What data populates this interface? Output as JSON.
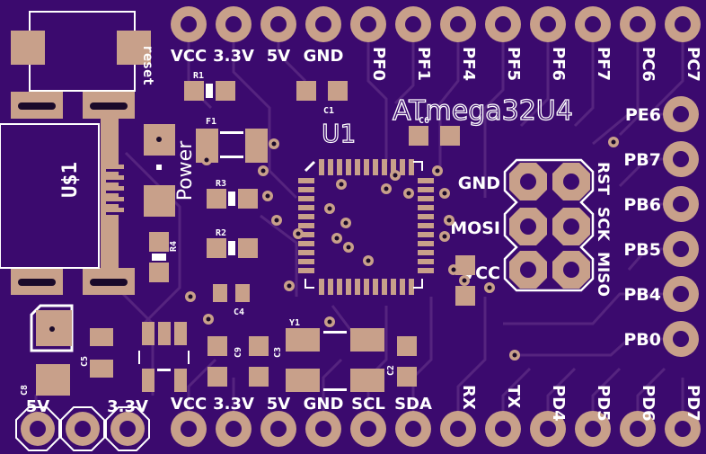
{
  "board": {
    "chip_name": "ATmega32U4",
    "chip_ref": "U1",
    "usb_ref": "U$1",
    "power_label": "Power",
    "reset_label": "reset"
  },
  "top_pins": [
    "VCC",
    "3.3V",
    "5V",
    "GND",
    "PF0",
    "PF1",
    "PF4",
    "PF5",
    "PF6",
    "PF7",
    "PC6",
    "PC7"
  ],
  "right_pins": [
    "PE6",
    "PB7",
    "PB6",
    "PB5",
    "PB4",
    "PB0"
  ],
  "bottom_pins": [
    "VCC",
    "3.3V",
    "5V",
    "GND",
    "SCL",
    "SDA",
    "RX",
    "TX",
    "PD4",
    "PD5",
    "PD6",
    "PD7"
  ],
  "left_bottom_pins": [
    "5V",
    "",
    "3.3V"
  ],
  "isp_left_labels": [
    "GND",
    "MOSI",
    "VCC"
  ],
  "isp_right_labels": [
    "RST",
    "SCK",
    "MISO"
  ],
  "components": {
    "r1": "R1",
    "r2": "R2",
    "r3": "R3",
    "r4": "R4",
    "f1": "F1",
    "c1": "C1",
    "c2": "C2",
    "c3": "C3",
    "c4": "C4",
    "c5": "C5",
    "c6": "C6",
    "c8": "C8",
    "c9": "C9",
    "y1": "Y1"
  },
  "colors": {
    "board": "#3b0a6e",
    "trace": "#52227f",
    "copper": "#c8a08a",
    "pad_ring": "#d0a890",
    "silkscreen": "#ffffff"
  }
}
